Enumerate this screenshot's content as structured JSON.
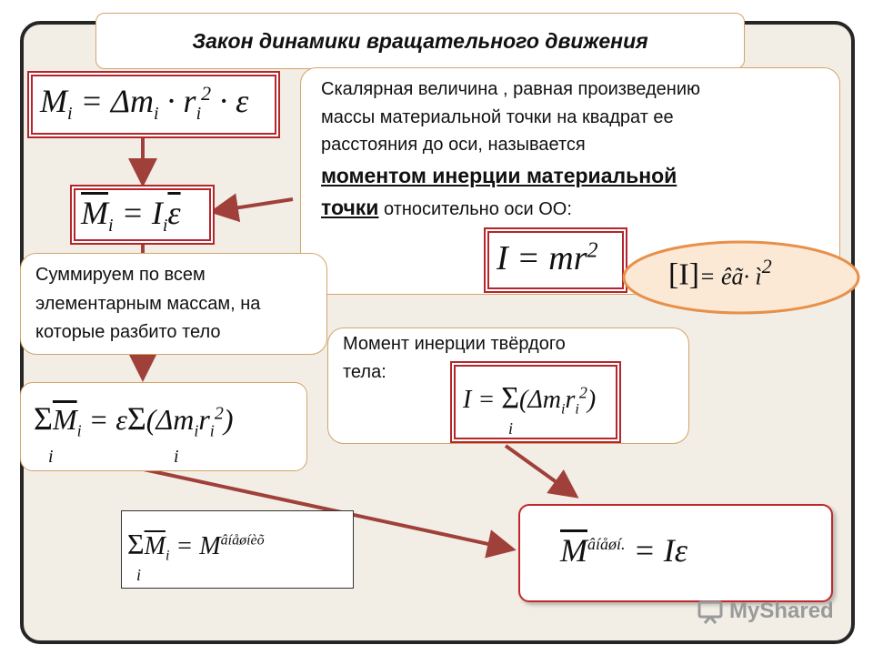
{
  "title": "Закон динамики вращательного движения",
  "definition": {
    "line1": "Скалярная величина , равная произведению",
    "line2": "массы материальной точки на квадрат ее",
    "line3": "расстояния до оси, называется",
    "term1": "моментом инерции материальной",
    "term2": "точки",
    "tail": " относительно оси ОО:"
  },
  "sum_note": {
    "line1": "Суммируем по всем",
    "line2": "элементарным массам, на",
    "line3": "которые разбито тело"
  },
  "solid_note": {
    "line1": "Момент инерции твёрдого",
    "line2": "тела:"
  },
  "formulas": {
    "f1": "M",
    "f1_sub": "i",
    "f1_rest": " = Δm",
    "f1_rest_sub": "i",
    "f1_r": " · r",
    "f1_r_sub": "i",
    "f1_r_sup": "2",
    "f1_tail": " · ε",
    "f2_left": "M",
    "f2_sub": "i",
    "f2_eq": " = I",
    "f2_isub": "i",
    "f2_eps": "ε",
    "f3": "I = mr",
    "f3_sup": "2",
    "unit_bracket": "[I]",
    "unit_eq": "= êã· ì",
    "unit_sup": "2",
    "f4_sum": "Σ",
    "f4_sum_sub": "i",
    "f4_m": "M",
    "f4_msub": "i",
    "f4_eq": " = ε",
    "f4_sum2": "Σ",
    "f4_sum2_sub": "i",
    "f4_paren": "(Δm",
    "f4_psub": "i",
    "f4_r": "r",
    "f4_rsub": "i",
    "f4_rsup": "2",
    "f4_close": ")",
    "f5_left": "I = ",
    "f5_sum": "Σ",
    "f5_sum_sub": "i",
    "f5_paren": "(Δm",
    "f5_psub": "i",
    "f5_r": "r",
    "f5_rsub": "i",
    "f5_rsup": "2",
    "f5_close": ")",
    "f6_sum": "Σ",
    "f6_sum_sub": "i",
    "f6_m": "M",
    "f6_msub": "i",
    "f6_eq": " = M",
    "f6_sup": "âíåøíèõ",
    "f7_m": "M",
    "f7_sup": "âíåøí.",
    "f7_eq": " = Iε"
  },
  "watermark": "MyShared",
  "colors": {
    "arrow": "#a0403a",
    "frame": "#b4262c",
    "ellipse_fill": "#fbe9d6",
    "ellipse_stroke": "#e8904a"
  }
}
